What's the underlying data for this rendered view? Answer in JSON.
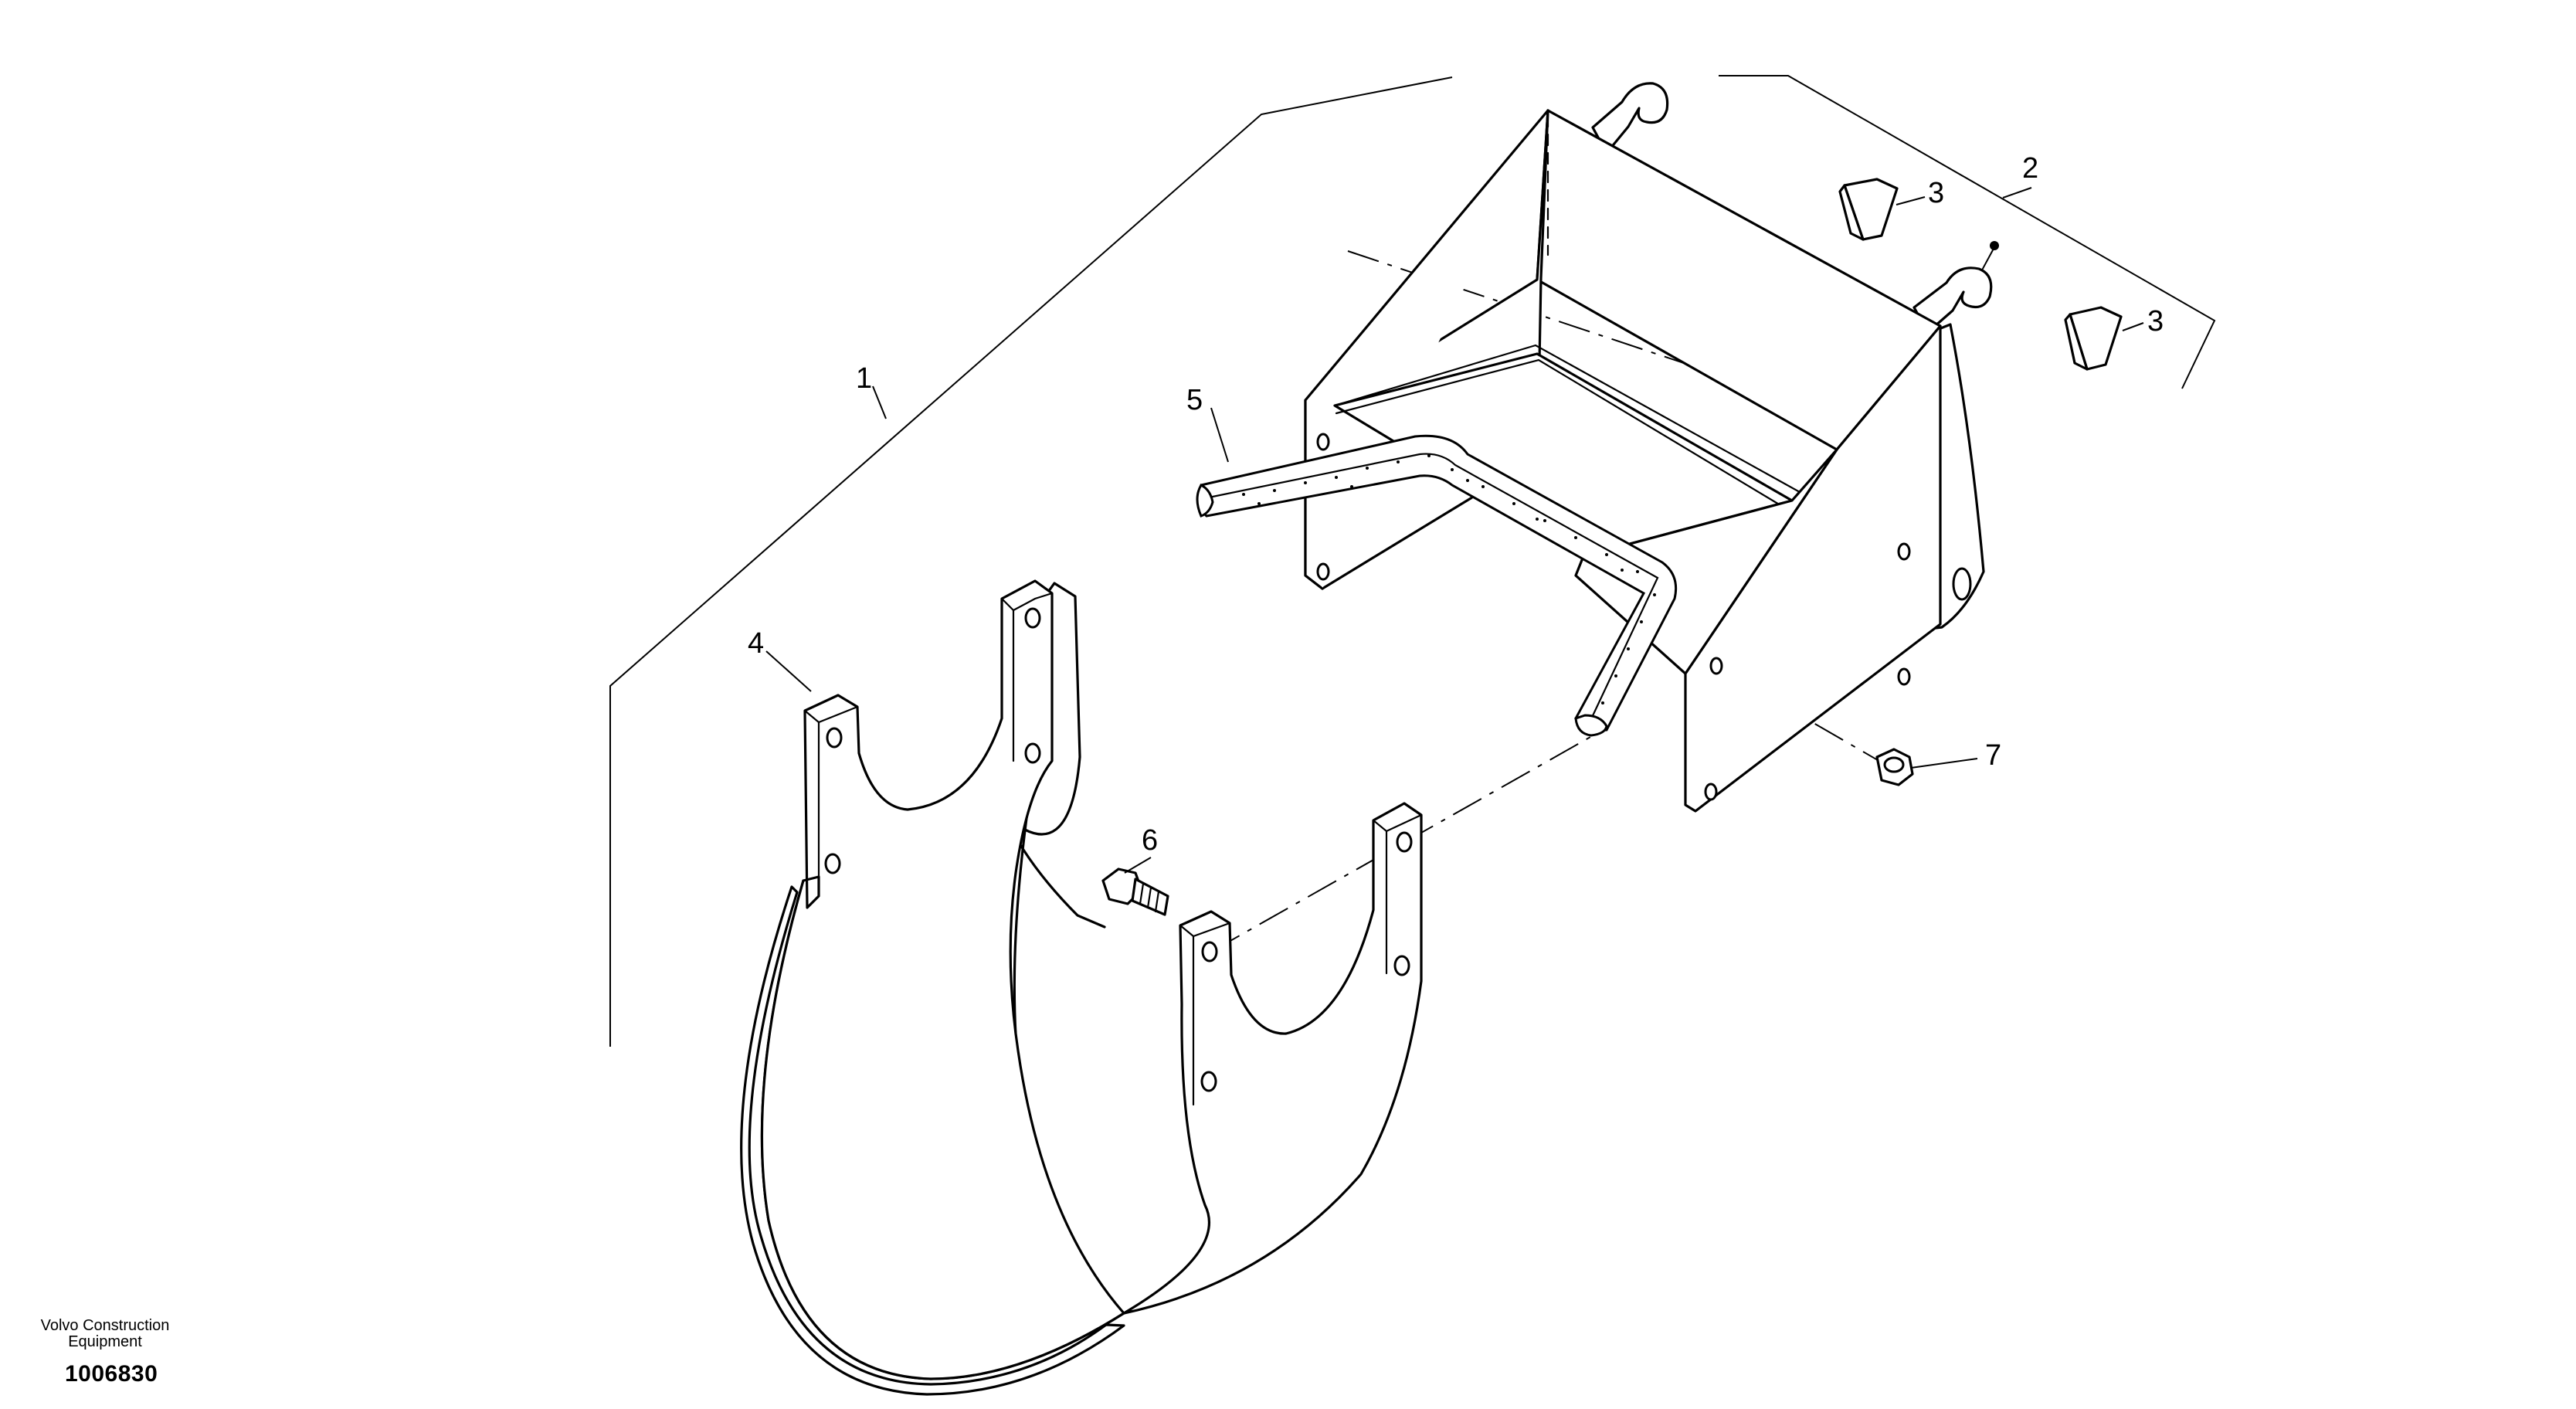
{
  "callouts": {
    "p1": "1",
    "p2": "2",
    "p3a": "3",
    "p3b": "3",
    "p4": "4",
    "p5": "5",
    "p6": "6",
    "p7": "7"
  },
  "footer": {
    "brand_line1": "Volvo Construction",
    "brand_line2": "Equipment",
    "doc_number": "1006830"
  },
  "colors": {
    "ink": "#000000",
    "paper": "#ffffff"
  }
}
